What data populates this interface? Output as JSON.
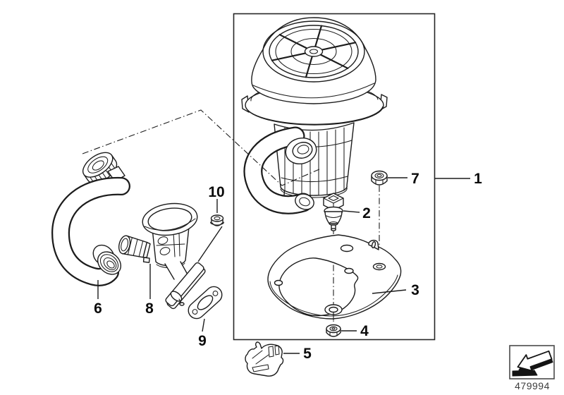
{
  "colors": {
    "line": "#1c1c1c",
    "background": "#ffffff",
    "label_text": "#0b0b0b",
    "part_number_text": "#3d3d3d"
  },
  "callouts": {
    "n1": "1",
    "n2": "2",
    "n3": "3",
    "n4": "4",
    "n5": "5",
    "n6": "6",
    "n7": "7",
    "n8": "8",
    "n9": "9",
    "n10": "10"
  },
  "footer": {
    "part_number": "479994"
  }
}
